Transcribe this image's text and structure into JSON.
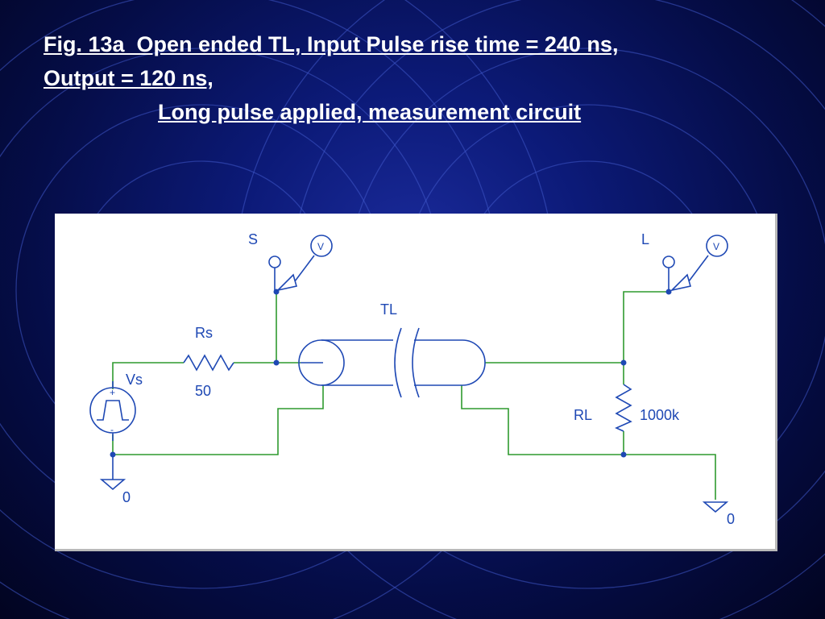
{
  "title": {
    "line1": "Fig. 13a  Open ended TL, Input Pulse rise time = 240 ns,",
    "line2": "Output = 120 ns,",
    "line3": "Long pulse applied, measurement circuit"
  },
  "schematic": {
    "source_label": "Vs",
    "source_plus": "+",
    "source_minus": "-",
    "source_resistor_label": "Rs",
    "source_resistor_value": "50",
    "line_label": "TL",
    "load_resistor_label": "RL",
    "load_resistor_value": "1000k",
    "probe_s_label": "S",
    "probe_l_label": "L",
    "probe_symbol": "V",
    "ground_left_label": "0",
    "ground_right_label": "0"
  },
  "colors": {
    "wire": "#2f9a2f",
    "component": "#1e48b4",
    "title_text": "#ffffff",
    "background": "#0c1a78"
  }
}
